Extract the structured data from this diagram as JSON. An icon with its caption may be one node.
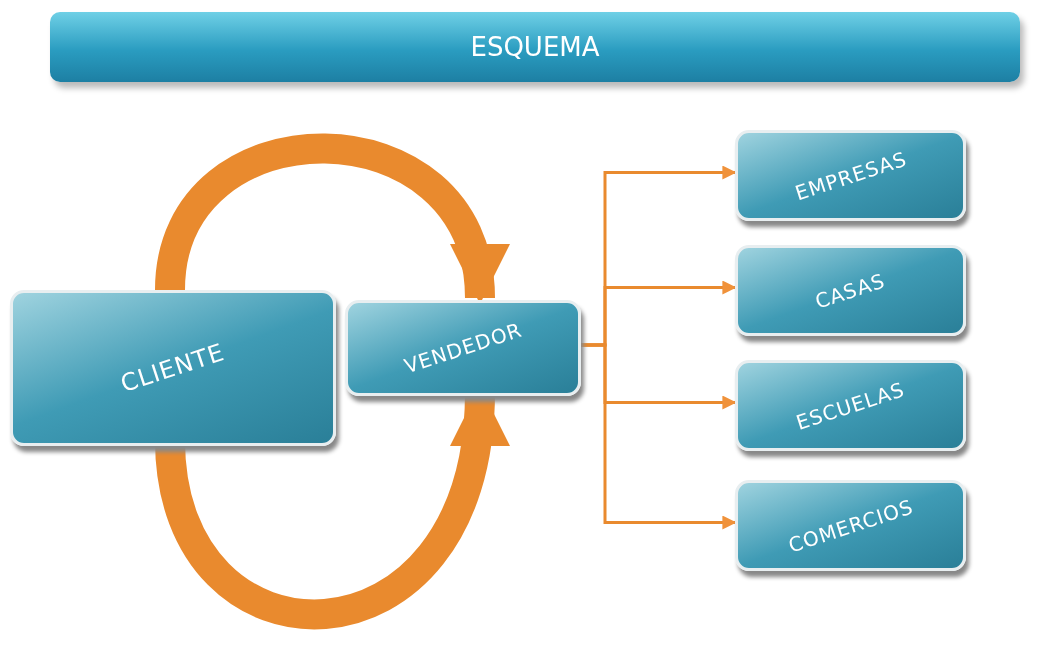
{
  "diagram": {
    "title": "ESQUEMA",
    "nodes": [
      {
        "text": [
          "CLIENTE"
        ]
      },
      {
        "text": [
          "VENDEDOR"
        ]
      },
      {
        "text": [
          "EMPRESAS"
        ]
      },
      {
        "text": [
          "CASAS"
        ]
      },
      {
        "text": [
          "ESCUELAS"
        ]
      },
      {
        "text": [
          "COMERCIOS"
        ]
      }
    ],
    "edges": [
      {
        "from": 0,
        "to": 1,
        "arrow": "to",
        "style": "thick"
      },
      {
        "from": 0,
        "to": 1,
        "arrow": "to",
        "style": "thick"
      },
      {
        "from": 1,
        "to": 2,
        "arrow": "to"
      },
      {
        "from": 1,
        "to": 3,
        "arrow": "to"
      },
      {
        "from": 1,
        "to": 4,
        "arrow": "to"
      },
      {
        "from": 1,
        "to": 5,
        "arrow": "to"
      }
    ]
  }
}
